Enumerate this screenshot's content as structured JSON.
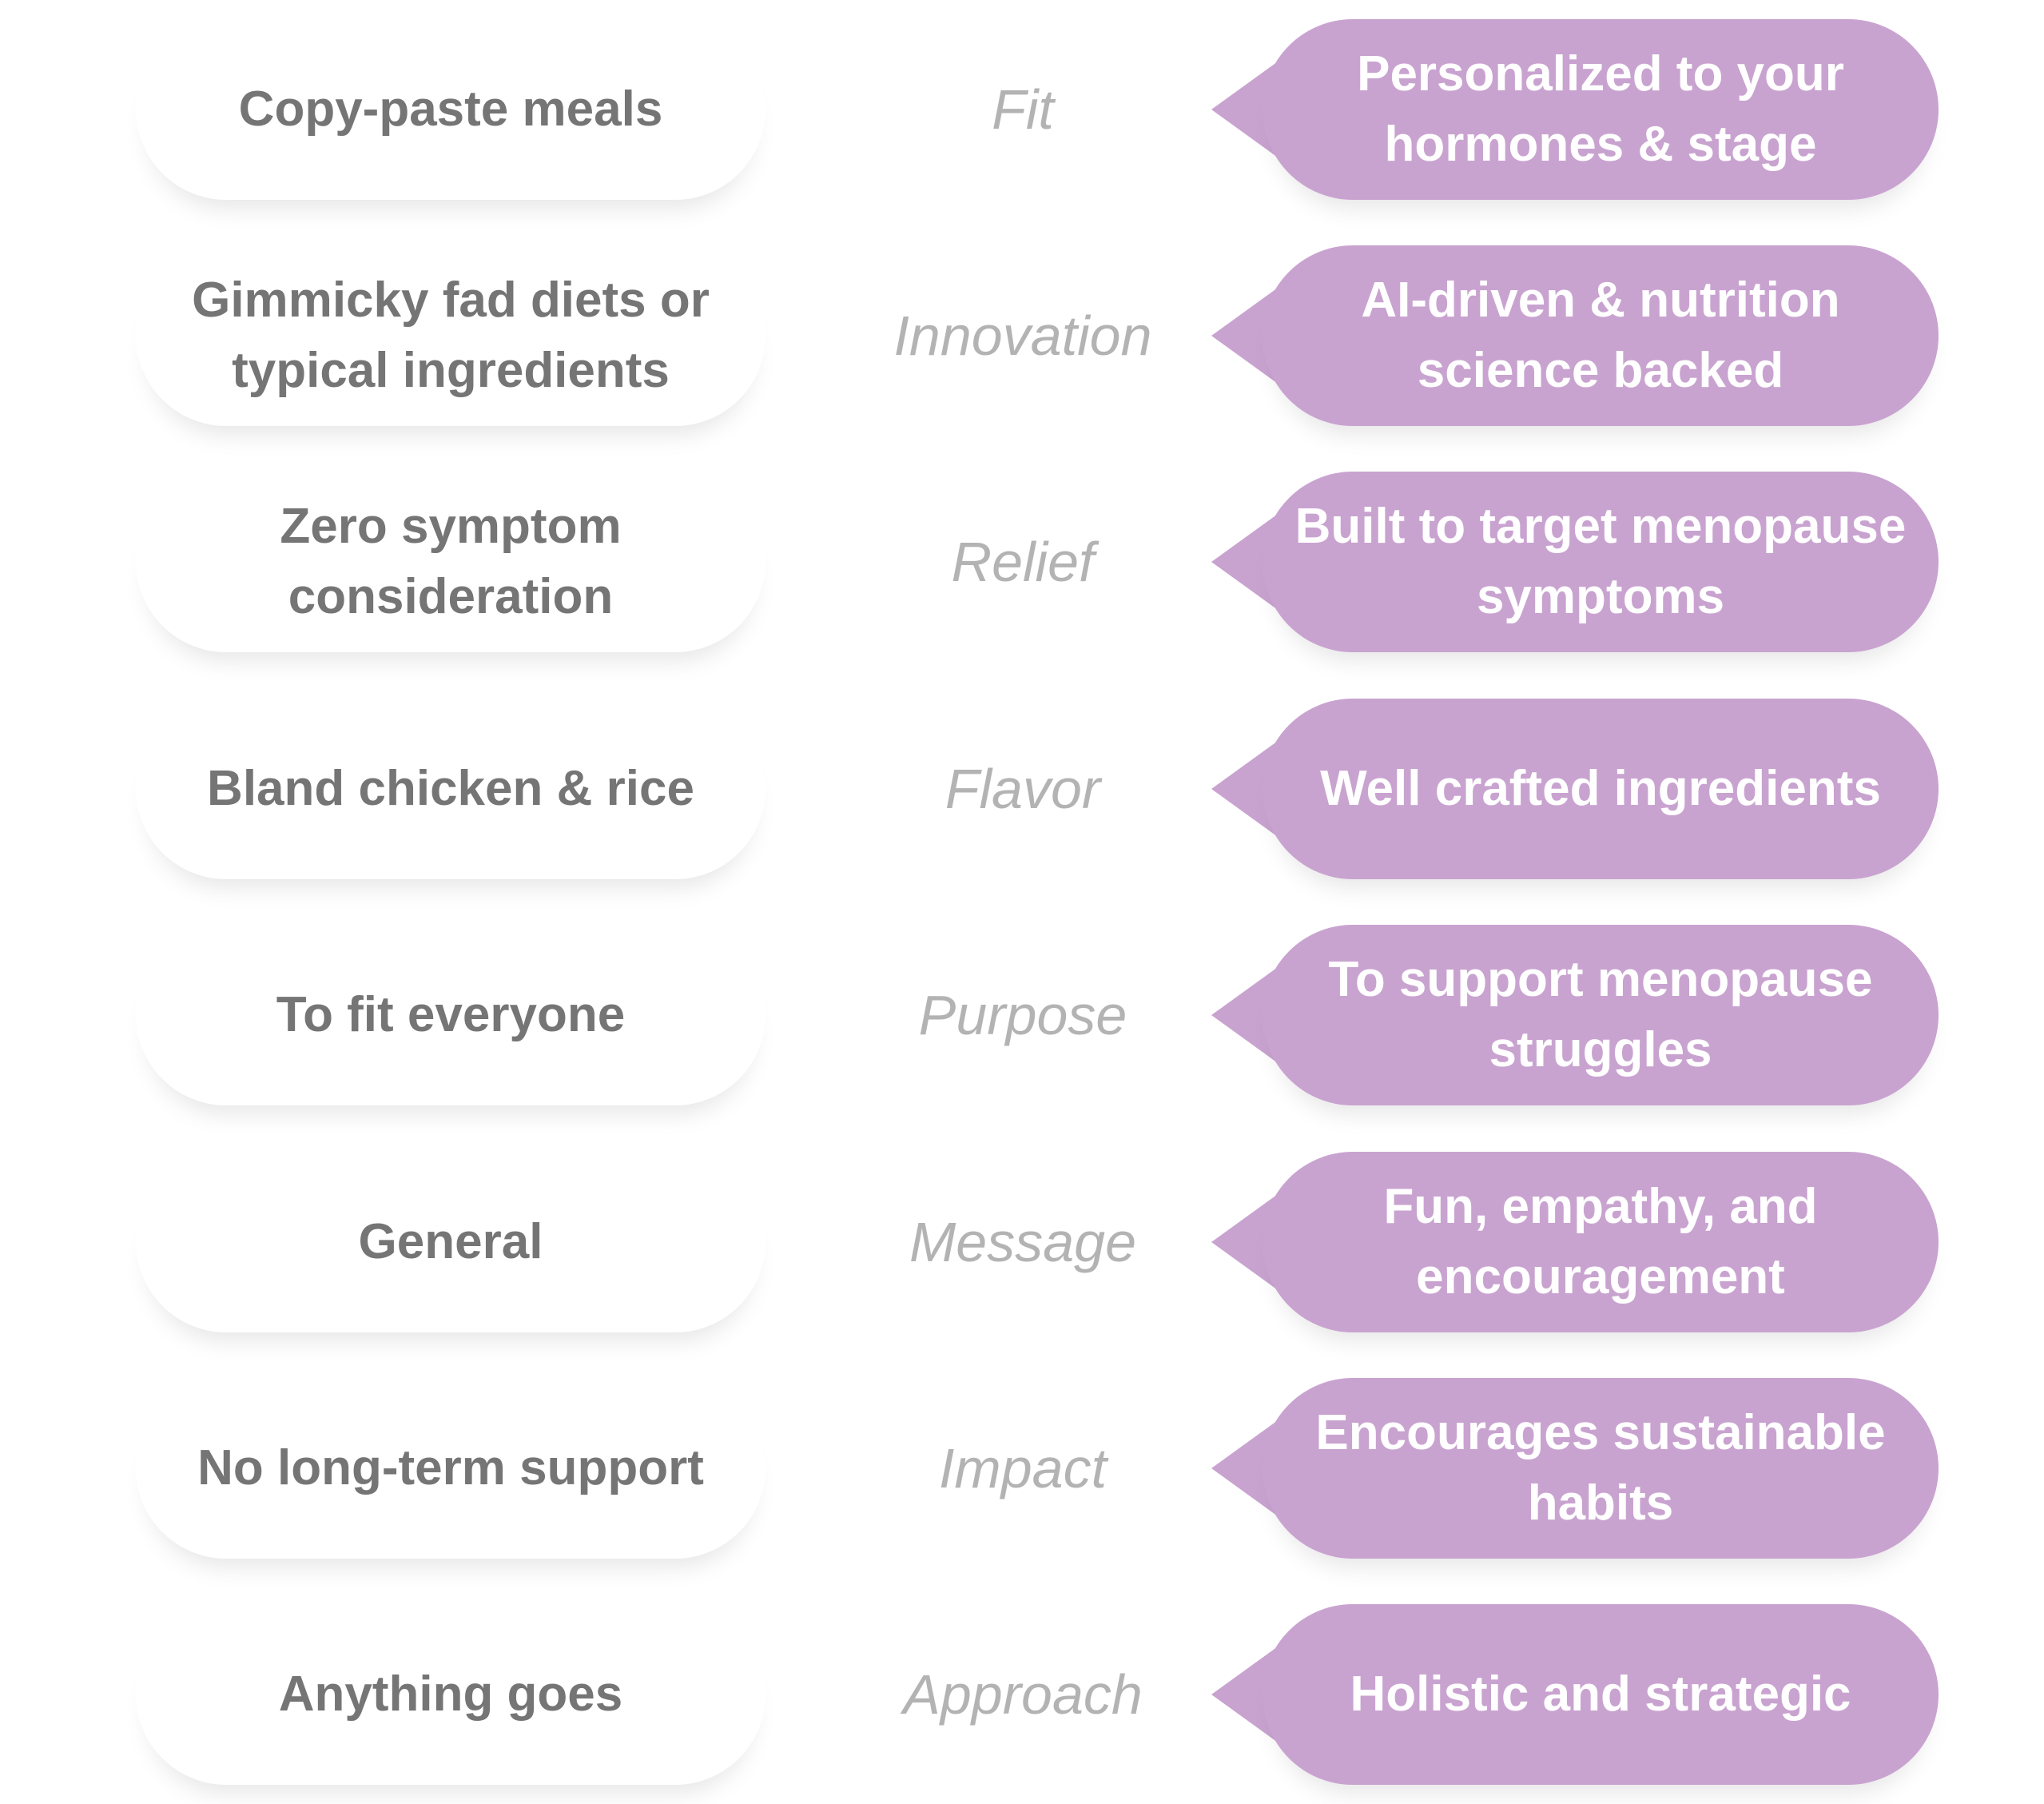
{
  "colors": {
    "bubble": "#c9a3d0",
    "left_text": "#757575",
    "criterion_text": "#b3b3b3"
  },
  "rows": [
    {
      "left": "Copy-paste meals",
      "criterion": "Fit",
      "right": "Personalized to your hormones & stage"
    },
    {
      "left": "Gimmicky fad diets or typical ingredients",
      "criterion": "Innovation",
      "right": "AI-driven & nutrition science backed"
    },
    {
      "left": "Zero symptom consideration",
      "criterion": "Relief",
      "right": "Built to target menopause symptoms"
    },
    {
      "left": "Bland chicken & rice",
      "criterion": "Flavor",
      "right": "Well crafted ingredients"
    },
    {
      "left": "To fit everyone",
      "criterion": "Purpose",
      "right": "To support menopause struggles"
    },
    {
      "left": "General",
      "criterion": "Message",
      "right": "Fun, empathy, and encouragement"
    },
    {
      "left": "No long-term support",
      "criterion": "Impact",
      "right": "Encourages sustainable habits"
    },
    {
      "left": "Anything goes",
      "criterion": "Approach",
      "right": "Holistic and strategic"
    }
  ]
}
